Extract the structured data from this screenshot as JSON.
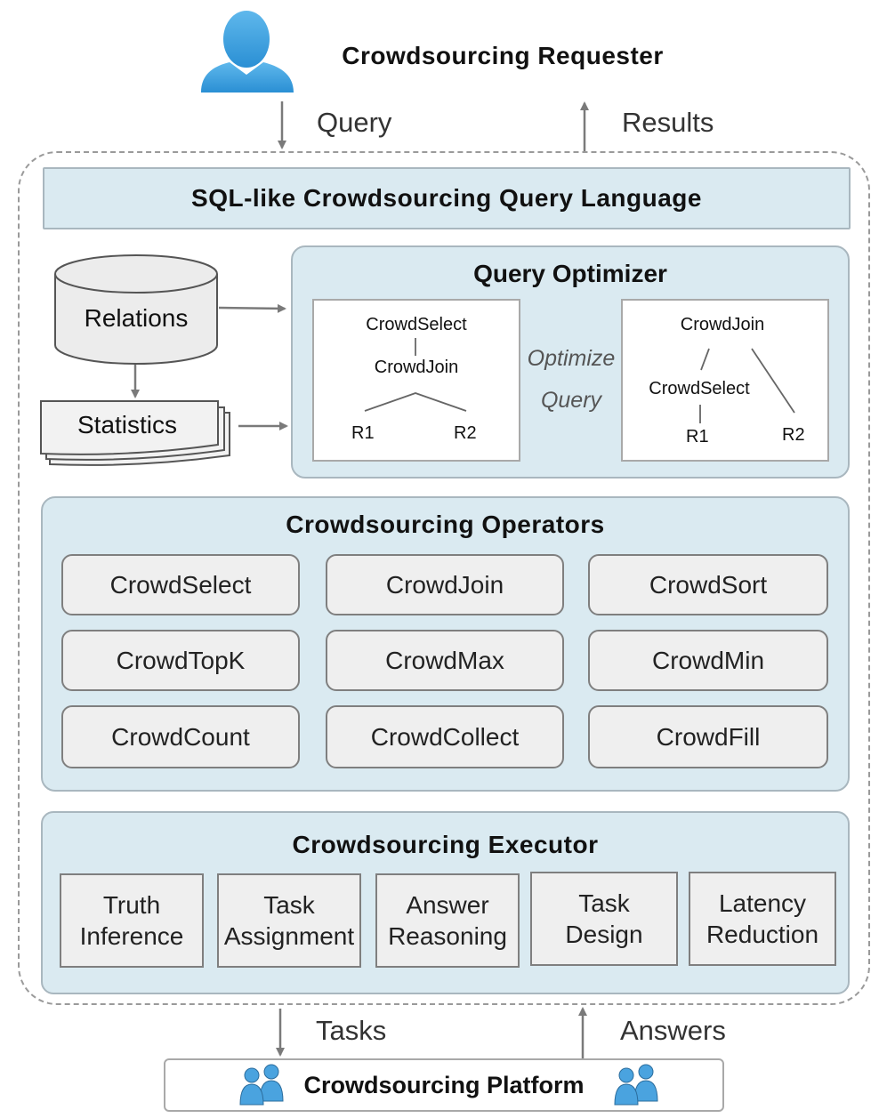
{
  "requester": {
    "title": "Crowdsourcing Requester",
    "icon": "person-icon"
  },
  "flows": {
    "query": "Query",
    "results": "Results",
    "tasks": "Tasks",
    "answers": "Answers"
  },
  "sql_language": "SQL-like Crowdsourcing Query Language",
  "data_sources": {
    "relations": "Relations",
    "statistics": "Statistics"
  },
  "optimizer": {
    "title": "Query Optimizer",
    "before_tree": {
      "root": "CrowdSelect",
      "child": "CrowdJoin",
      "left": "R1",
      "right": "R2"
    },
    "transform_label": [
      "Optimize",
      "Query"
    ],
    "after_tree": {
      "root": "CrowdJoin",
      "child": "CrowdSelect",
      "left": "R1",
      "right": "R2"
    }
  },
  "operators": {
    "title": "Crowdsourcing Operators",
    "items": [
      "CrowdSelect",
      "CrowdJoin",
      "CrowdSort",
      "CrowdTopK",
      "CrowdMax",
      "CrowdMin",
      "CrowdCount",
      "CrowdCollect",
      "CrowdFill"
    ]
  },
  "executor": {
    "title": "Crowdsourcing Executor",
    "items": [
      {
        "line1": "Truth",
        "line2": "Inference"
      },
      {
        "line1": "Task",
        "line2": "Assignment"
      },
      {
        "line1": "Answer",
        "line2": "Reasoning"
      },
      {
        "line1": "Task",
        "line2": "Design"
      },
      {
        "line1": "Latency",
        "line2": "Reduction"
      }
    ]
  },
  "platform": {
    "title": "Crowdsourcing Platform",
    "icon": "workers-icon"
  },
  "colors": {
    "panel_fill": "#daeaf1",
    "panel_border": "#a9b7bf",
    "button_fill": "#efefef",
    "icon_blue": "#4aa3df"
  }
}
